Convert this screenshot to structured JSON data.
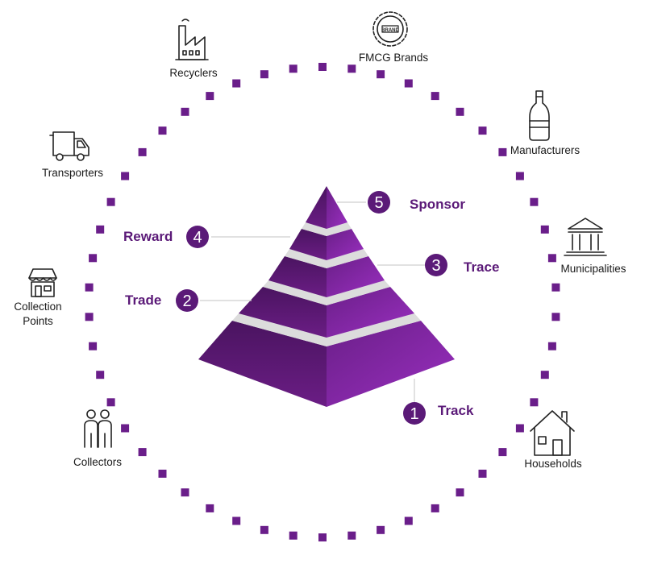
{
  "colors": {
    "accent": "#5b1a78",
    "dot": "#6a1e8a",
    "text": "#1a1a1a",
    "line": "#cfcfcf"
  },
  "steps": [
    {
      "num": "1",
      "label": "Track"
    },
    {
      "num": "2",
      "label": "Trade"
    },
    {
      "num": "3",
      "label": "Trace"
    },
    {
      "num": "4",
      "label": "Reward"
    },
    {
      "num": "5",
      "label": "Sponsor"
    }
  ],
  "actors": {
    "recyclers": {
      "label": "Recyclers",
      "icon": "factory-icon"
    },
    "fmcg": {
      "label": "FMCG Brands",
      "icon": "brand-seal-icon",
      "seal_text": "BRAND"
    },
    "manufacturers": {
      "label": "Manufacturers",
      "icon": "bottle-icon"
    },
    "municipalities": {
      "label": "Municipalities",
      "icon": "government-building-icon"
    },
    "households": {
      "label": "Households",
      "icon": "house-icon"
    },
    "collectors": {
      "label": "Collectors",
      "icon": "people-icon"
    },
    "collection_points": {
      "label_line1": "Collection",
      "label_line2": "Points",
      "icon": "store-icon"
    },
    "transporters": {
      "label": "Transporters",
      "icon": "truck-icon"
    }
  }
}
